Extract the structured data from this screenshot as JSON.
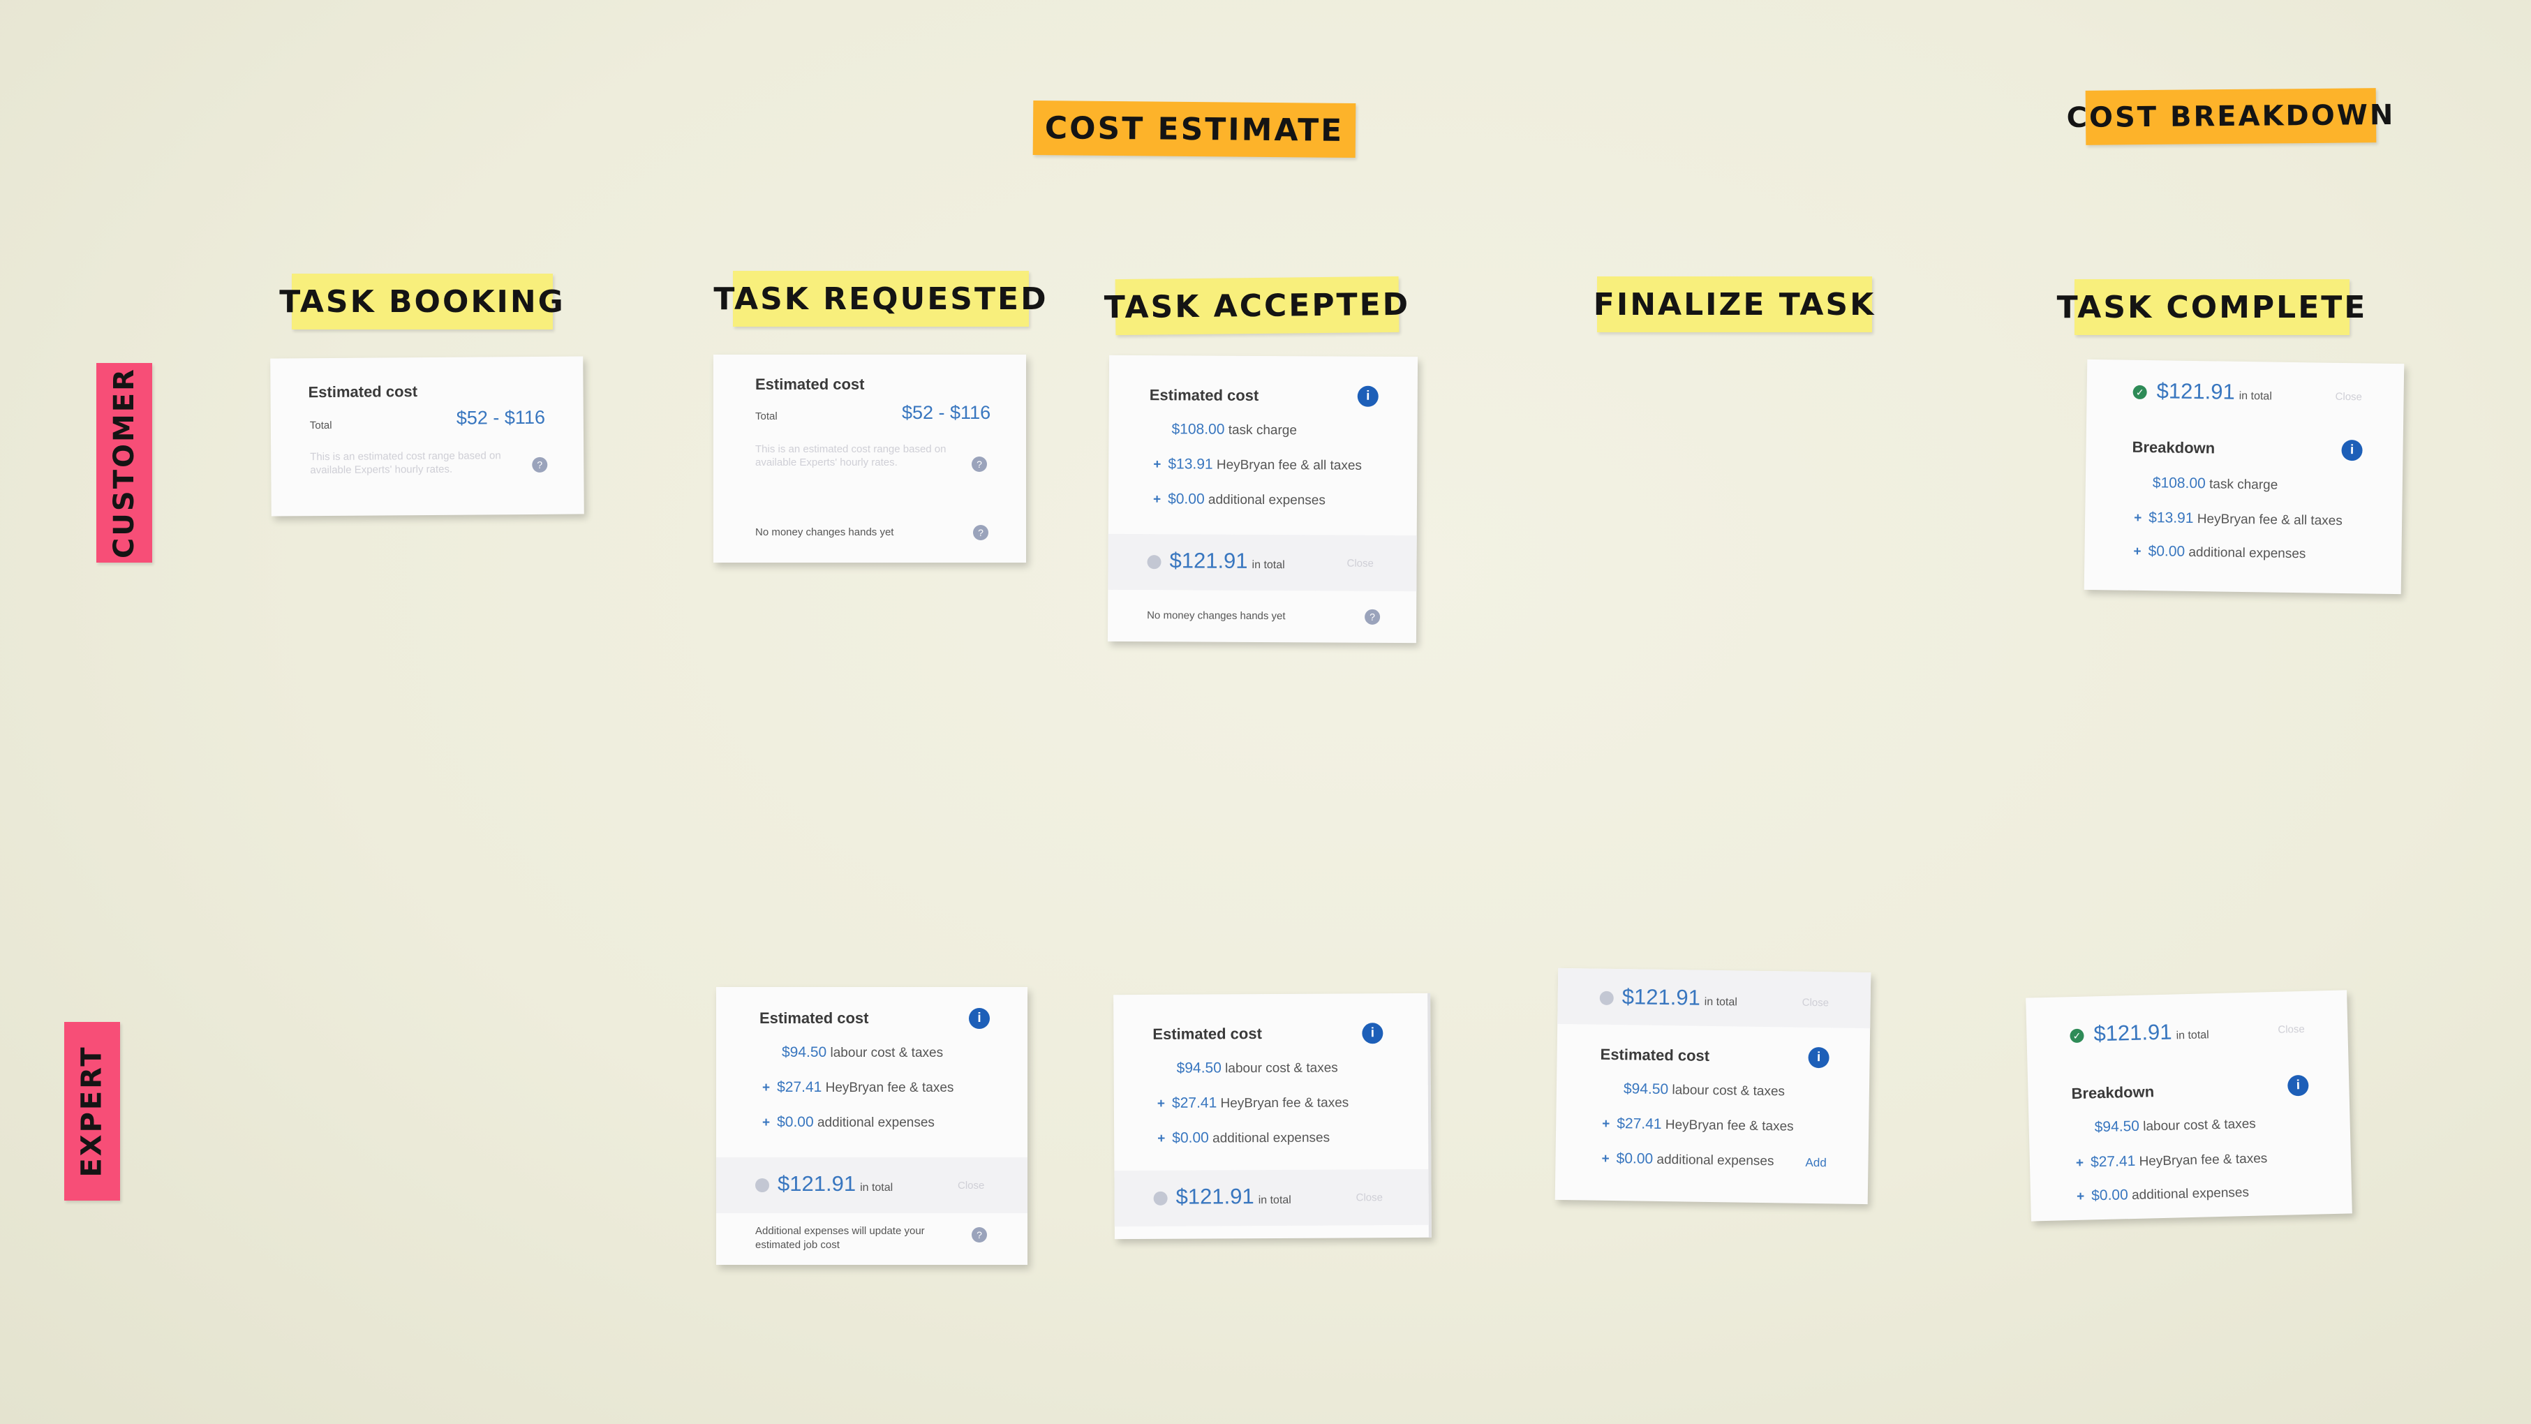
{
  "sections": {
    "cost_estimate": "COST ESTIMATE",
    "cost_breakdown": "COST BREAKDOWN"
  },
  "stages": {
    "task_booking": "TASK BOOKING",
    "task_requested": "TASK REQUESTED",
    "task_accepted": "TASK ACCEPTED",
    "finalize_task": "FINALIZE TASK",
    "task_complete": "TASK COMPLETE"
  },
  "roles": {
    "customer": "CUSTOMER",
    "expert": "EXPERT"
  },
  "common": {
    "estimated_cost": "Estimated cost",
    "total": "Total",
    "range": "$52 - $116",
    "no_money": "No money changes hands yet",
    "total_amount": "$121.91",
    "in_total": "in total",
    "breakdown": "Breakdown",
    "close": "Close",
    "add": "Add",
    "additional_note": "Additional expenses will update your estimated job cost",
    "booking_note": "This is an estimated cost range based on available Experts' hourly rates.",
    "requested_note": "This is an estimated cost range based on available Experts' hourly rates."
  },
  "customer_lines": {
    "task_charge_amt": "$108.00",
    "task_charge": "task charge",
    "fee_amt": "$13.91",
    "fee": "HeyBryan fee & all taxes",
    "exp_amt": "$0.00",
    "exp": "additional expenses"
  },
  "expert_lines": {
    "labour_amt": "$94.50",
    "labour": "labour cost & taxes",
    "fee_amt": "$27.41",
    "fee": "HeyBryan fee & taxes",
    "exp_amt": "$0.00",
    "exp": "additional expenses"
  },
  "colors": {
    "sticky_yellow": "#f8ef7c",
    "sticky_orange": "#fdb32a",
    "sticky_pink": "#f74e77",
    "accent_blue": "#3876bf"
  }
}
